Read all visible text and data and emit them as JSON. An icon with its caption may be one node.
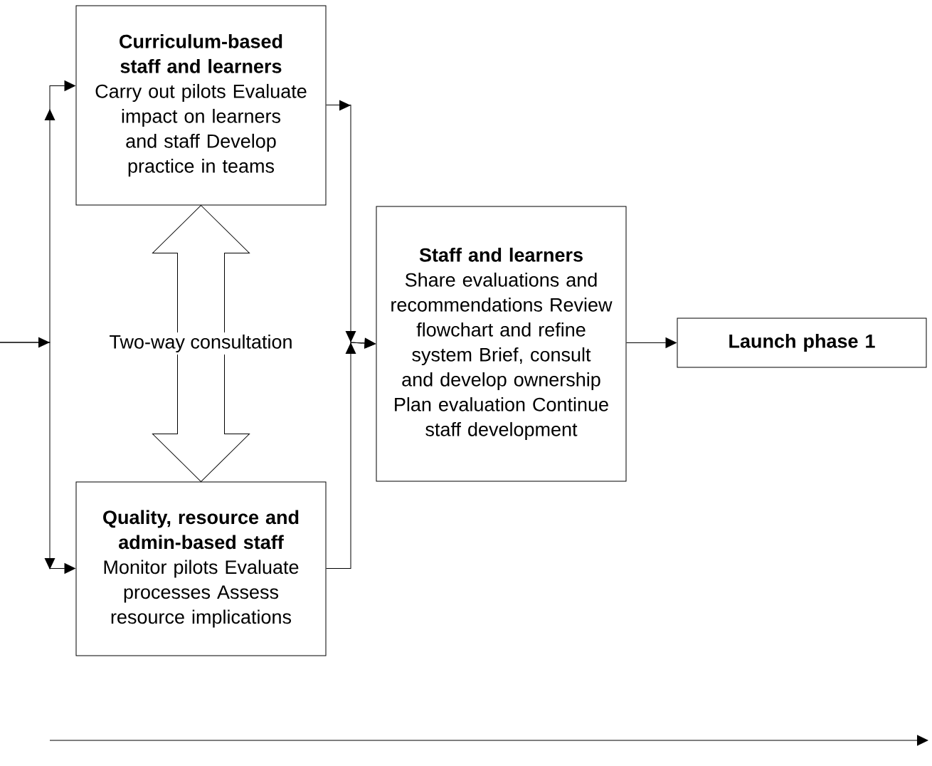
{
  "diagram": {
    "nodes": [
      {
        "text": [
          "Curriculum-based staff and learners",
          "Carry out pilots Evaluate impact on learners and staff Develop practice in teams"
        ]
      },
      {
        "text": [
          "Quality, resource and admin-based staff",
          "Monitor pilots Evaluate processes Assess resource implications"
        ]
      },
      {
        "text": [
          "Staff and learners",
          "Share evaluations and recommendations Review flowchart and refine system Brief, consult and develop ownership Plan evaluation Continue staff development"
        ]
      },
      {
        "text": [
          "Launch phase 1"
        ]
      }
    ],
    "edges": [
      {
        "from": null,
        "to": 0,
        "arrow": "to"
      },
      {
        "from": null,
        "to": 1,
        "arrow": "to"
      },
      {
        "from": 0,
        "to": 1,
        "arrow": "both",
        "label": "Two-way consultation",
        "style": "thick"
      },
      {
        "from": 0,
        "to": 2,
        "arrow": "to"
      },
      {
        "from": 1,
        "to": 2,
        "arrow": "to"
      },
      {
        "from": 2,
        "to": 3,
        "arrow": "to"
      }
    ]
  }
}
